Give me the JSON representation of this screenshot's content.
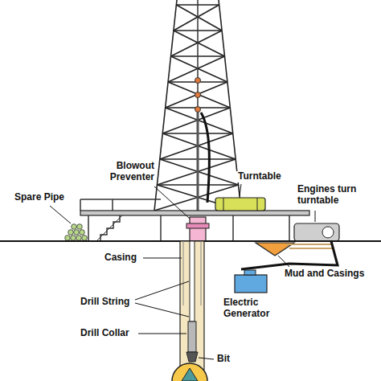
{
  "diagram": {
    "labels": [
      "Blowout Preventer",
      "Turntable",
      "Spare Pipe",
      "Engines turn turntable",
      "Casing",
      "Drill String",
      "Mud and Casings",
      "Electric Generator",
      "Drill Collar",
      "Bit"
    ]
  }
}
